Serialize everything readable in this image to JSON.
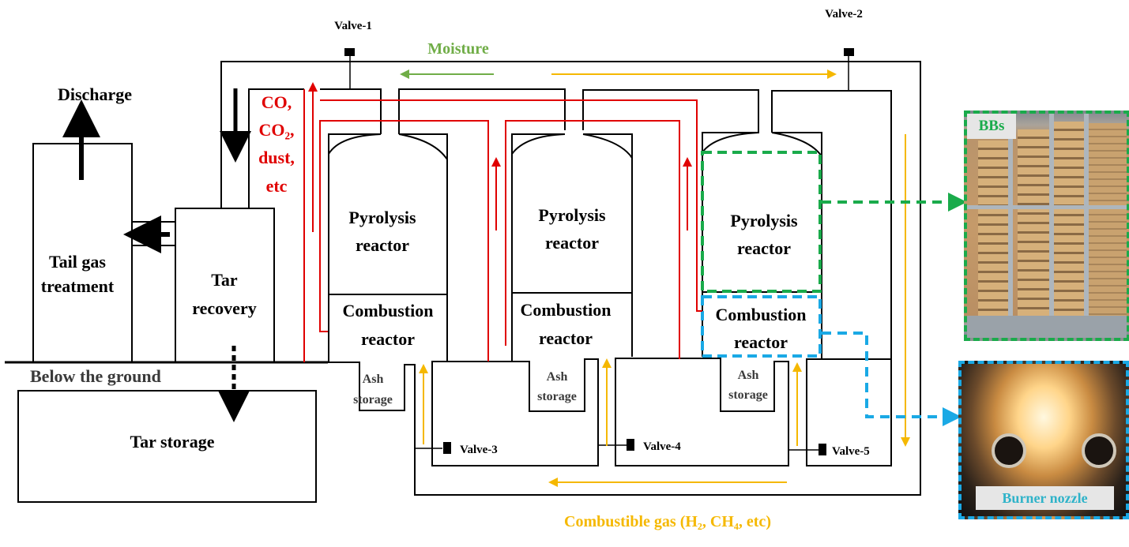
{
  "diagram": {
    "labels": {
      "discharge": "Discharge",
      "tail_gas_line1": "Tail gas",
      "tail_gas_line2": "treatment",
      "tar_recovery_line1": "Tar",
      "tar_recovery_line2": "recovery",
      "below_ground": "Below the ground",
      "tar_storage": "Tar storage",
      "flue_gas": [
        "CO,",
        "CO₂,",
        "dust,",
        "etc"
      ],
      "moisture": "Moisture",
      "combustible_gas": "Combustible gas (H₂, CH₄, etc)"
    },
    "reactors": [
      {
        "pyrolysis_line1": "Pyrolysis",
        "pyrolysis_line2": "reactor",
        "combustion_line1": "Combustion",
        "combustion_line2": "reactor",
        "ash_line1": "Ash",
        "ash_line2": "storage"
      },
      {
        "pyrolysis_line1": "Pyrolysis",
        "pyrolysis_line2": "reactor",
        "combustion_line1": "Combustion",
        "combustion_line2": "reactor",
        "ash_line1": "Ash",
        "ash_line2": "storage"
      },
      {
        "pyrolysis_line1": "Pyrolysis",
        "pyrolysis_line2": "reactor",
        "combustion_line1": "Combustion",
        "combustion_line2": "reactor",
        "ash_line1": "Ash",
        "ash_line2": "storage"
      }
    ],
    "valves": [
      "Valve-1",
      "Valve-2",
      "Valve-3",
      "Valve-4",
      "Valve-5"
    ],
    "colors": {
      "flue_gas": "#e00000",
      "moisture": "#70ad47",
      "combustible_gas": "#f5b800",
      "pyrolysis_highlight": "#1aab4b",
      "combustion_highlight": "#1aa9e5"
    }
  },
  "photos": {
    "bbs_label": "BBs",
    "burner_label": "Burner nozzle"
  }
}
